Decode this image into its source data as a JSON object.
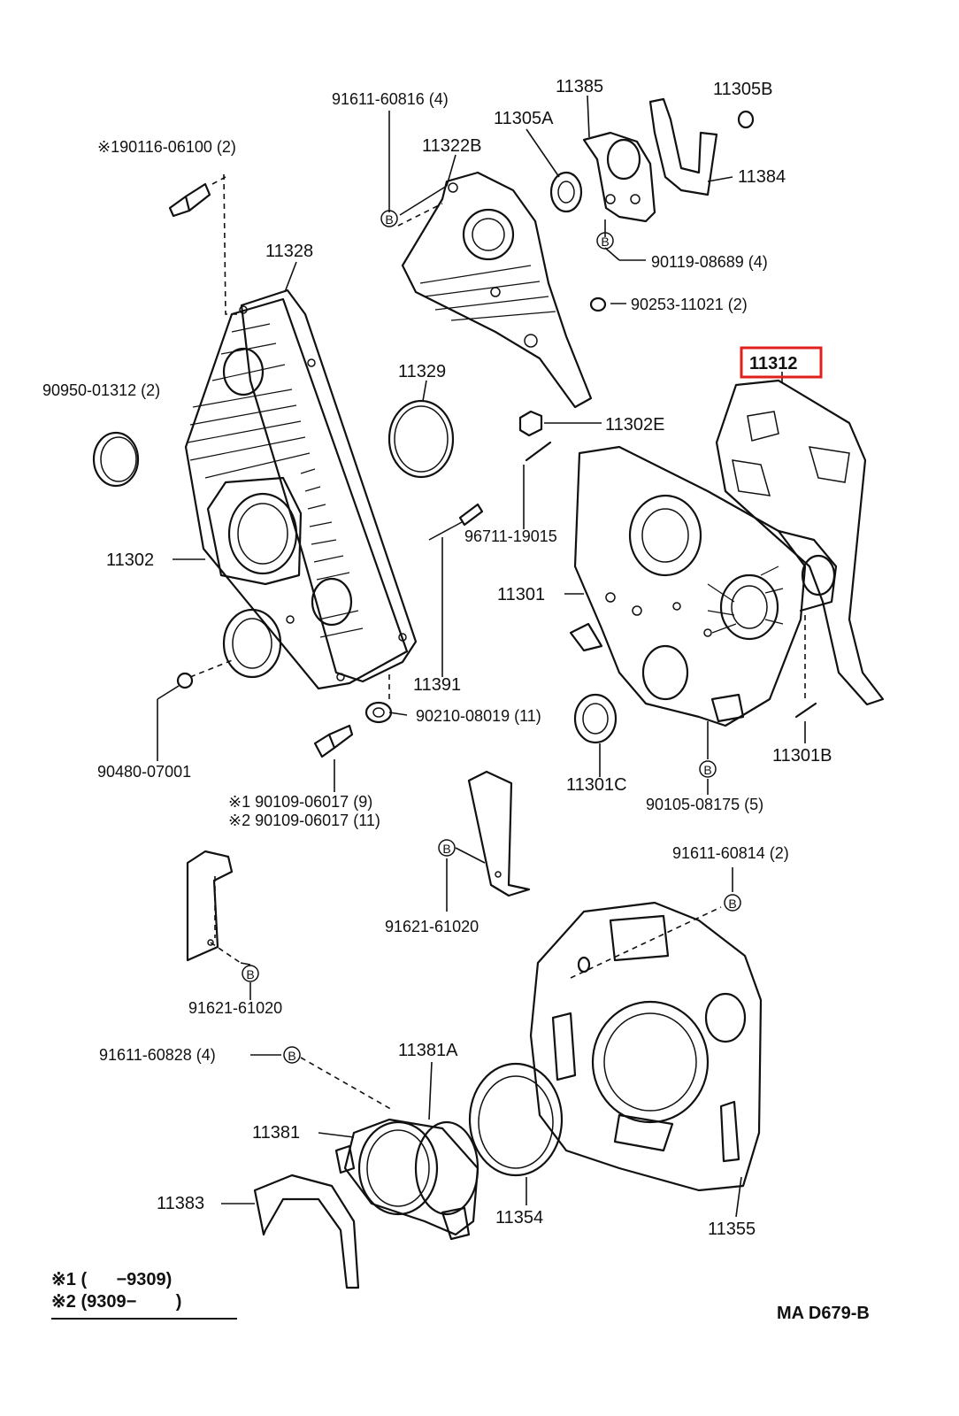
{
  "parts": {
    "p90950": "90950-01312 (2)",
    "p90116": "※190116-06100 (2)",
    "p91611_816": "91611-60816 (4)",
    "p11322B": "11322B",
    "p11305A": "11305A",
    "p11385": "11385",
    "p11305B": "11305B",
    "p11384": "11384",
    "p90119": "90119-08689 (4)",
    "p90253": "90253-11021 (2)",
    "p11328": "11328",
    "p11329": "11329",
    "p11312": "11312",
    "p11302E": "11302E",
    "p96711": "96711-19015",
    "p11302": "11302",
    "p11301": "11301",
    "p11391": "11391",
    "p90210": "90210-08019 (11)",
    "p90480": "90480-07001",
    "p11301C": "11301C",
    "p11301B": "11301B",
    "p90105": "90105-08175 (5)",
    "p90109_1": "※1 90109-06017 (9)",
    "p90109_2": "※2 90109-06017 (11)",
    "p91621_a": "91621-61020",
    "p91611_814": "91611-60814 (2)",
    "p91621_b": "91621-61020",
    "p91611_828": "91611-60828 (4)",
    "p11381A": "11381A",
    "p11381": "11381",
    "p11383": "11383",
    "p11354": "11354",
    "p11355": "11355"
  },
  "callout_letter": "B",
  "footnotes": {
    "n1": "※1 (      −9309)",
    "n2": "※2 (9309−        )"
  },
  "diagram_code": "MA D679-B",
  "highlight_color": "#e0201a"
}
